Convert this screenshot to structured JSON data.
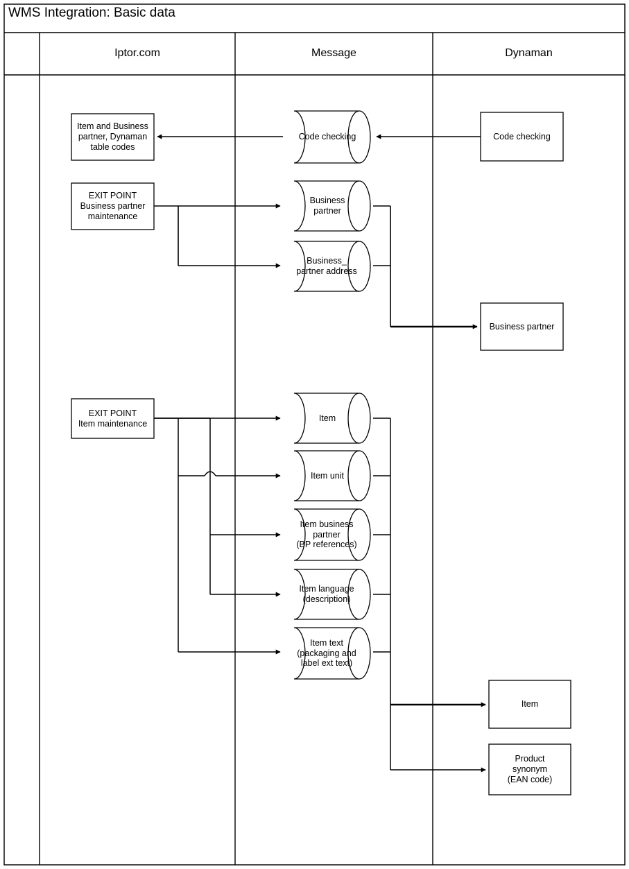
{
  "diagram": {
    "title": "WMS Integration: Basic data",
    "columns": [
      {
        "id": "spacer",
        "label": ""
      },
      {
        "id": "iptor",
        "label": "Iptor.com"
      },
      {
        "id": "message",
        "label": "Message"
      },
      {
        "id": "dynaman",
        "label": "Dynaman"
      }
    ],
    "colors": {
      "stroke": "#000000",
      "box_fill": "#ffffff",
      "frame": "#000000",
      "shadow": "#808080",
      "background": "#ffffff"
    },
    "left_boxes": [
      {
        "id": "item-bp-dynaman-table-codes",
        "lines": [
          "Item and Business",
          "partner, Dynaman",
          "table codes"
        ]
      },
      {
        "id": "exit-point-business-partner-maintenance",
        "lines": [
          "EXIT POINT",
          "Business partner",
          "maintenance"
        ]
      },
      {
        "id": "exit-point-item-maintenance",
        "lines": [
          "EXIT POINT",
          "Item maintenance"
        ]
      }
    ],
    "message_cylinders": [
      {
        "id": "code-checking",
        "lines": [
          "Code checking"
        ]
      },
      {
        "id": "business-partner",
        "lines": [
          "Business",
          "partner"
        ]
      },
      {
        "id": "business-partner-address",
        "lines": [
          "Business_",
          "partner address"
        ]
      },
      {
        "id": "item",
        "lines": [
          "Item"
        ]
      },
      {
        "id": "item-unit",
        "lines": [
          "Item unit"
        ]
      },
      {
        "id": "item-business-partner",
        "lines": [
          "Item business",
          "partner",
          "(BP references)"
        ]
      },
      {
        "id": "item-language",
        "lines": [
          "Item language",
          "(description)"
        ]
      },
      {
        "id": "item-text",
        "lines": [
          "Item text",
          "(packaging and",
          "label ext text)"
        ]
      }
    ],
    "dynaman_boxes": [
      {
        "id": "code-checking",
        "lines": [
          "Code checking"
        ]
      },
      {
        "id": "business-partner",
        "lines": [
          "Business partner"
        ]
      },
      {
        "id": "item",
        "lines": [
          "Item"
        ]
      },
      {
        "id": "product-synonym",
        "lines": [
          "Product",
          "synonym",
          "(EAN code)"
        ]
      }
    ]
  }
}
